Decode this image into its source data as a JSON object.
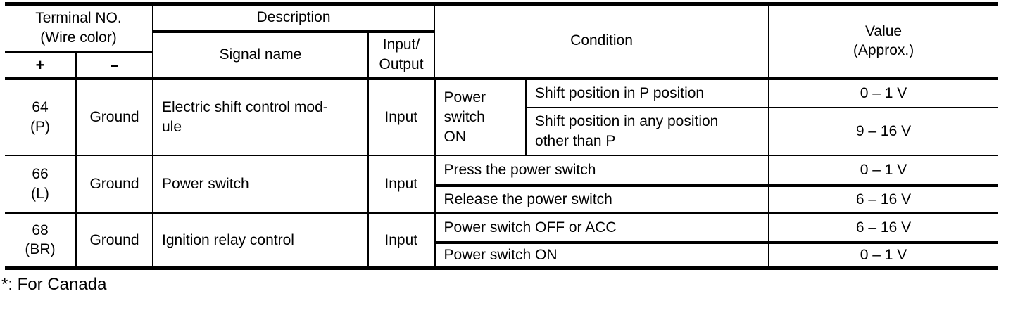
{
  "colors": {
    "text": "#000000",
    "background": "#ffffff",
    "border": "#000000"
  },
  "table": {
    "header": {
      "terminal": "Terminal NO.\n(Wire color)",
      "plus": "+",
      "minus": "–",
      "description": "Description",
      "signal_name": "Signal name",
      "input_output": "Input/\nOutput",
      "condition": "Condition",
      "value": "Value\n(Approx.)"
    },
    "rows": [
      {
        "terminal": "64\n(P)",
        "wire": "Ground",
        "signal": "Electric shift control mod-\nule",
        "io": "Input",
        "condition_group": "Power\nswitch\nON",
        "conditions": [
          {
            "condition": "Shift position in P position",
            "value": "0 – 1 V"
          },
          {
            "condition": "Shift position in any position\nother than P",
            "value": "9 – 16 V"
          }
        ]
      },
      {
        "terminal": "66\n(L)",
        "wire": "Ground",
        "signal": "Power switch",
        "io": "Input",
        "conditions": [
          {
            "condition": "Press the power switch",
            "value": "0 – 1 V"
          },
          {
            "condition": "Release the power switch",
            "value": "6 – 16 V"
          }
        ]
      },
      {
        "terminal": "68\n(BR)",
        "wire": "Ground",
        "signal": "Ignition relay control",
        "io": "Input",
        "conditions": [
          {
            "condition": "Power switch OFF or ACC",
            "value": "6 – 16 V"
          },
          {
            "condition": "Power switch ON",
            "value": "0 – 1 V"
          }
        ]
      }
    ]
  },
  "footnote": "*: For Canada"
}
